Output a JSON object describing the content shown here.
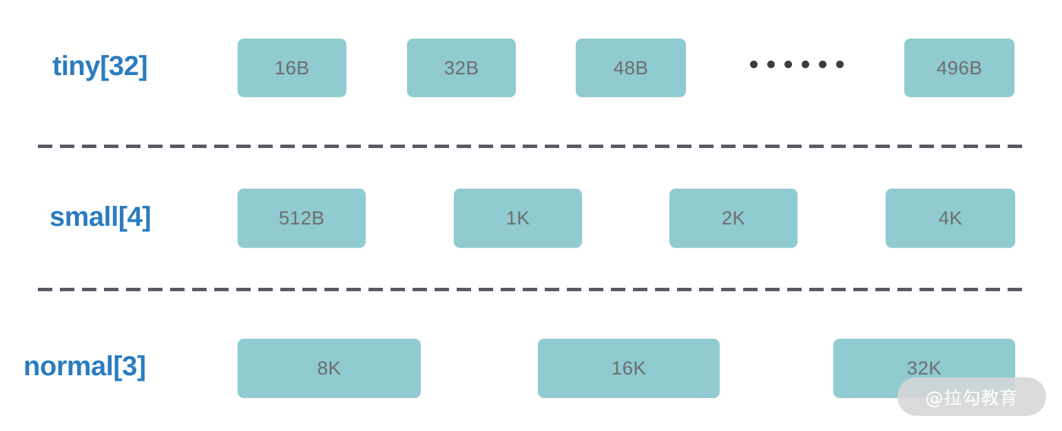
{
  "diagram": {
    "title": "Netty memory arena size classes",
    "background_color": "#ffffff",
    "block_color": "#8fcbd0",
    "block_text_color": "#6e6e6e",
    "label_color": "#2b7cc0",
    "divider_color": "#5a5a66",
    "rows": [
      {
        "label": "tiny[32]",
        "blocks": [
          {
            "text": "16B"
          },
          {
            "text": "32B"
          },
          {
            "text": "48B"
          },
          {
            "text": "496B"
          }
        ],
        "ellipsis": {
          "dot_count": 6
        }
      },
      {
        "label": "small[4]",
        "blocks": [
          {
            "text": "512B"
          },
          {
            "text": "1K"
          },
          {
            "text": "2K"
          },
          {
            "text": "4K"
          }
        ]
      },
      {
        "label": "normal[3]",
        "blocks": [
          {
            "text": "8K"
          },
          {
            "text": "16K"
          },
          {
            "text": "32K"
          }
        ]
      }
    ],
    "dividers": [
      {
        "name": "divider-tiny-small"
      },
      {
        "name": "divider-small-normal"
      }
    ],
    "watermark": {
      "text": "@拉勾教育"
    }
  }
}
